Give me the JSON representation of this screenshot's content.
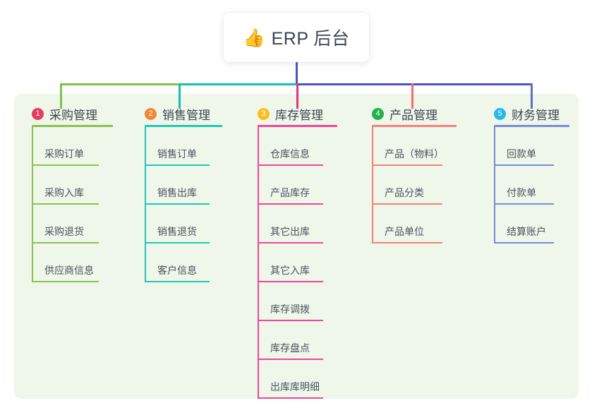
{
  "root": {
    "icon": "thumbs-up-icon",
    "icon_glyph": "👍",
    "title": "ERP 后台"
  },
  "colors": {
    "panel_bg": "#eef7e9",
    "text": "#3c4450",
    "item_text": "#4a5260",
    "root_stem": "#4a54c4",
    "bus_left": "#7ec34a",
    "bus_mid": "#15c0ad",
    "bus_right": "#4a54c4",
    "drop_1": "#7ec34a",
    "drop_2": "#15c0ad",
    "drop_3": "#e8317f",
    "drop_4": "#f26d6d",
    "drop_5": "#5a6fd0"
  },
  "columns": [
    {
      "number": "1",
      "title": "采购管理",
      "badge_color": "#ea3a5e",
      "line_color": "#8cc152",
      "items": [
        "采购订单",
        "采购入库",
        "采购退货",
        "供应商信息"
      ]
    },
    {
      "number": "2",
      "title": "销售管理",
      "badge_color": "#f58634",
      "line_color": "#25c6b5",
      "items": [
        "销售订单",
        "销售出库",
        "销售退货",
        "客户信息"
      ]
    },
    {
      "number": "3",
      "title": "库存管理",
      "badge_color": "#fbbe1e",
      "line_color": "#ec4899",
      "items": [
        "仓库信息",
        "产品库存",
        "其它出库",
        "其它入库",
        "库存调拨",
        "库存盘点",
        "出库库明细"
      ]
    },
    {
      "number": "4",
      "title": "产品管理",
      "badge_color": "#22b24c",
      "line_color": "#f4827c",
      "items": [
        "产品（物料）",
        "产品分类",
        "产品单位"
      ]
    },
    {
      "number": "5",
      "title": "财务管理",
      "badge_color": "#29b6e8",
      "line_color": "#7a8ad8",
      "items": [
        "回款单",
        "付款单",
        "结算账户"
      ]
    }
  ]
}
